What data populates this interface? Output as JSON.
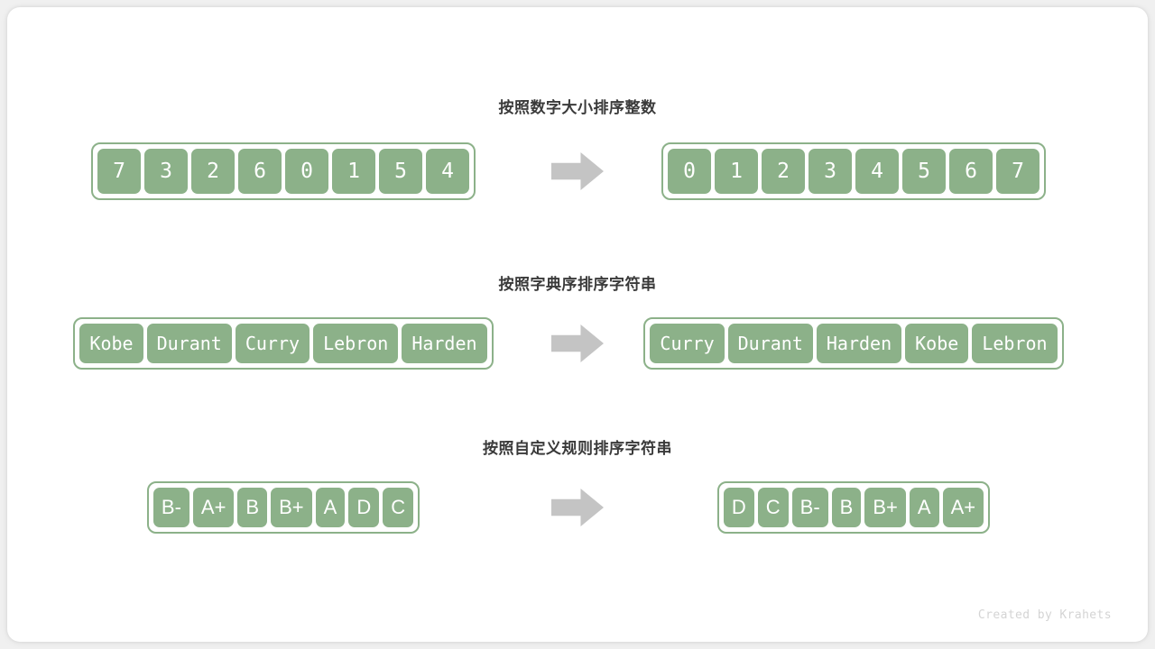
{
  "footer": {
    "credit": "Created by Krahets"
  },
  "sections": [
    {
      "title": "按照数字大小排序整数",
      "kind": "integers",
      "arrow": "right-arrow-icon",
      "before": [
        "7",
        "3",
        "2",
        "6",
        "0",
        "1",
        "5",
        "4"
      ],
      "after": [
        "0",
        "1",
        "2",
        "3",
        "4",
        "5",
        "6",
        "7"
      ]
    },
    {
      "title": "按照字典序排序字符串",
      "kind": "strings",
      "arrow": "right-arrow-icon",
      "before": [
        "Kobe",
        "Durant",
        "Curry",
        "Lebron",
        "Harden"
      ],
      "after": [
        "Curry",
        "Durant",
        "Harden",
        "Kobe",
        "Lebron"
      ]
    },
    {
      "title": "按照自定义规则排序字符串",
      "kind": "grades",
      "arrow": "right-arrow-icon",
      "before": [
        "B-",
        "A+",
        "B",
        "B+",
        "A",
        "D",
        "C"
      ],
      "after": [
        "D",
        "C",
        "B-",
        "B",
        "B+",
        "A",
        "A+"
      ]
    }
  ],
  "colors": {
    "cell_fill": "#8cb189",
    "cell_text": "#ffffff",
    "arrow": "#c4c4c4",
    "title_text": "#3a3a3a",
    "credit_text": "#d4d4d4",
    "canvas": "#ffffff",
    "page_bg": "#f0f0f0"
  }
}
